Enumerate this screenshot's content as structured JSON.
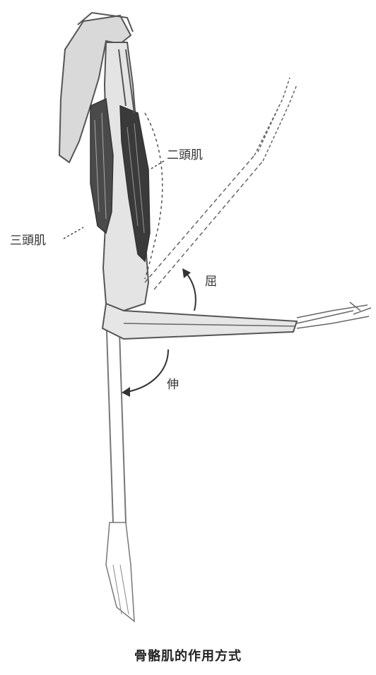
{
  "labels": {
    "biceps": "二頭肌",
    "triceps": "三頭肌",
    "flexion": "屈",
    "extension": "伸"
  },
  "caption": "骨骼肌的作用方式",
  "colors": {
    "bone_fill": "#d9d9d9",
    "muscle": "#3a3a3a",
    "line": "#555555",
    "background": "#ffffff"
  }
}
